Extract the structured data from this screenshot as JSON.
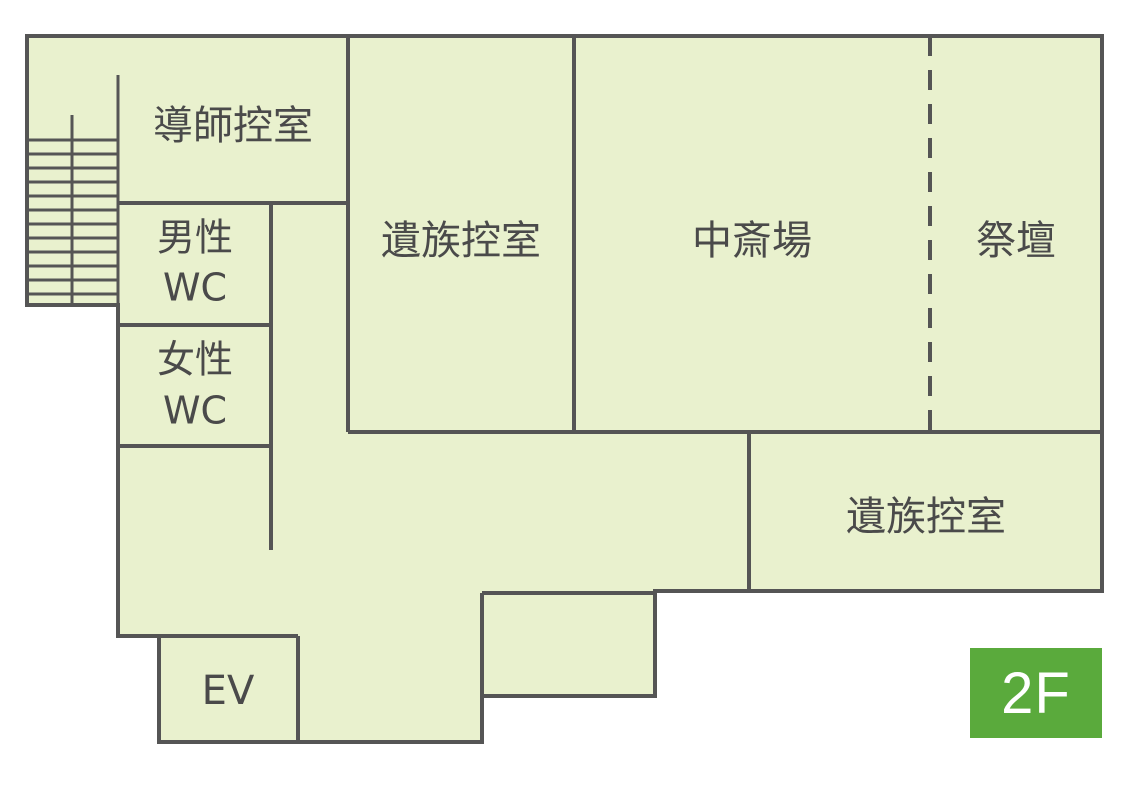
{
  "colors": {
    "floor_fill": "#e9f1ce",
    "wall": "#555555",
    "text": "#4a4a4a",
    "badge_bg": "#5aaa3c",
    "badge_text": "#ffffff"
  },
  "rooms": {
    "officiant_room": "導師控室",
    "mens_wc_line1": "男性",
    "mens_wc_line2": "WC",
    "womens_wc_line1": "女性",
    "womens_wc_line2": "WC",
    "family_room_upper": "遺族控室",
    "meal_hall": "中斎場",
    "altar": "祭壇",
    "family_room_lower": "遺族控室",
    "elevator": "EV"
  },
  "floor_badge": "2F"
}
